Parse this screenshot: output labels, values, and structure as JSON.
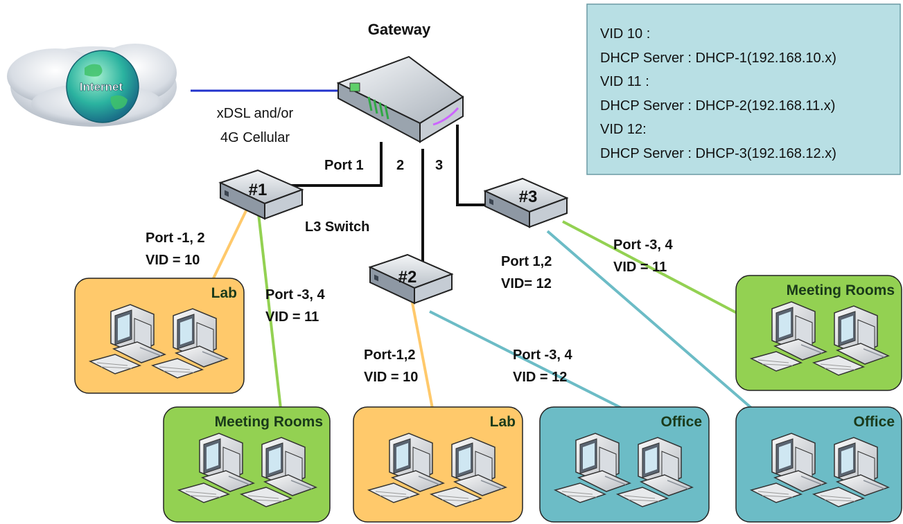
{
  "gateway": {
    "title": "Gateway"
  },
  "internet": {
    "label": "Internet"
  },
  "wan_link": {
    "line1": "xDSL and/or",
    "line2": "4G Cellular"
  },
  "gateway_ports": {
    "p1": "Port 1",
    "p2": "2",
    "p3": "3"
  },
  "switches": [
    {
      "id": "#1",
      "caption": "L3 Switch"
    },
    {
      "id": "#2"
    },
    {
      "id": "#3"
    }
  ],
  "link_labels": {
    "sw1_lab": [
      "Port -1, 2",
      "VID = 10"
    ],
    "sw1_meeting": [
      "Port -3, 4",
      "VID = 11"
    ],
    "sw2_lab": [
      "Port-1,2",
      "VID = 10"
    ],
    "sw2_office": [
      "Port -3, 4",
      "VID = 12"
    ],
    "sw3_office": [
      "Port 1,2",
      "VID= 12"
    ],
    "sw3_meeting": [
      "Port -3, 4",
      "VID = 11"
    ]
  },
  "rooms": [
    {
      "key": "lab1",
      "title": "Lab",
      "color": "#ffc96b"
    },
    {
      "key": "meeting1",
      "title": "Meeting Rooms",
      "color": "#93d152"
    },
    {
      "key": "lab2",
      "title": "Lab",
      "color": "#ffc96b"
    },
    {
      "key": "office1",
      "title": "Office",
      "color": "#6cbcc6"
    },
    {
      "key": "meeting2",
      "title": "Meeting Rooms",
      "color": "#93d152"
    },
    {
      "key": "office2",
      "title": "Office",
      "color": "#6cbcc6"
    }
  ],
  "info_box": {
    "lines": [
      "VID 10 :",
      "DHCP Server : DHCP-1(192.168.10.x)",
      "VID 11 :",
      "DHCP Server : DHCP-2(192.168.11.x)",
      "VID 12:",
      "DHCP Server : DHCP-3(192.168.12.x)"
    ]
  },
  "colors": {
    "wan_line": "#2233cc",
    "trunk_line": "#111111",
    "vid10_line": "#ffc96b",
    "vid11_line": "#93d152",
    "vid12_line": "#6cbcc6",
    "info_bg": "#b8dfe4"
  }
}
